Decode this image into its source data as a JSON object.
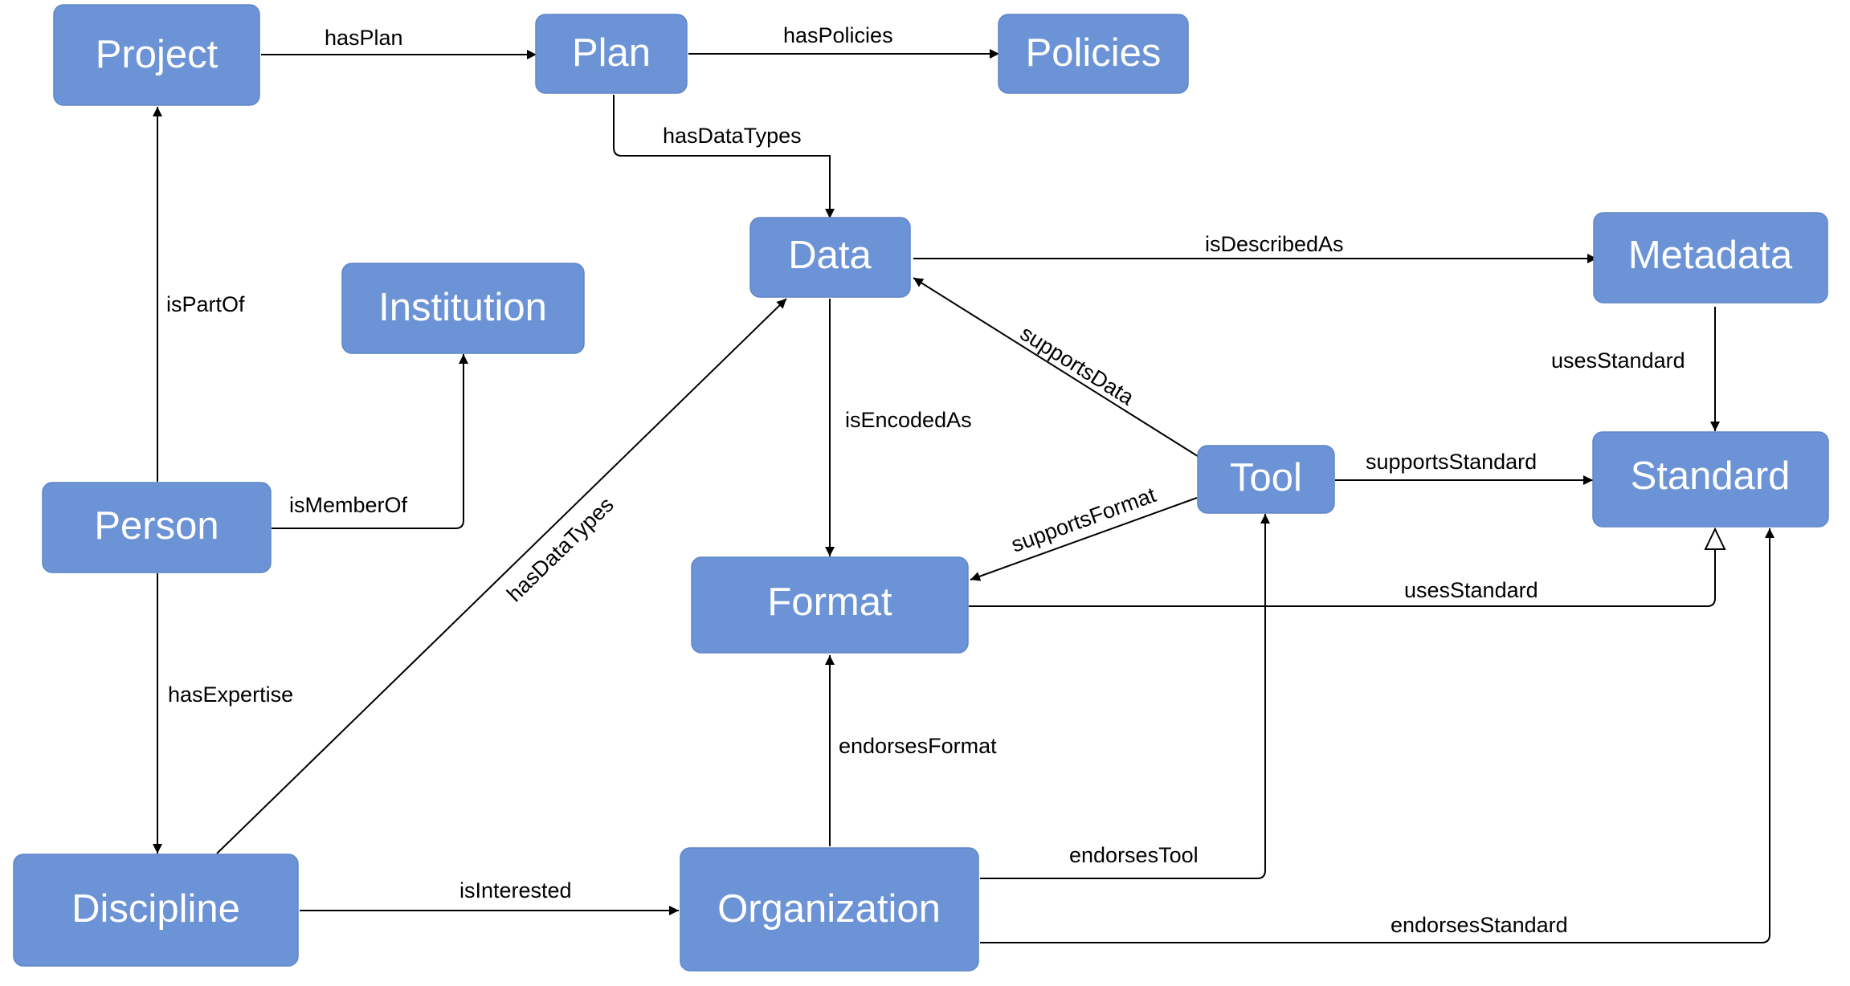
{
  "colors": {
    "node_fill": "#6b93d6",
    "node_text": "#ffffff",
    "edge": "#000000",
    "background": "#ffffff"
  },
  "nodes": {
    "project": "Project",
    "plan": "Plan",
    "policies": "Policies",
    "institution": "Institution",
    "data": "Data",
    "metadata": "Metadata",
    "person": "Person",
    "tool": "Tool",
    "standard": "Standard",
    "format": "Format",
    "discipline": "Discipline",
    "organization": "Organization"
  },
  "edges": {
    "has_plan": "hasPlan",
    "has_policies": "hasPolicies",
    "plan_has_data_types": "hasDataTypes",
    "is_described_as": "isDescribedAs",
    "is_part_of": "isPartOf",
    "uses_standard_metadata": "usesStandard",
    "supports_data": "supportsData",
    "is_member_of": "isMemberOf",
    "is_encoded_as": "isEncodedAs",
    "supports_standard": "supportsStandard",
    "supports_format": "supportsFormat",
    "discipline_has_data_types": "hasDataTypes",
    "uses_standard_format": "usesStandard",
    "has_expertise": "hasExpertise",
    "endorses_format": "endorsesFormat",
    "endorses_tool": "endorsesTool",
    "is_interested": "isInterested",
    "endorses_standard": "endorsesStandard"
  }
}
